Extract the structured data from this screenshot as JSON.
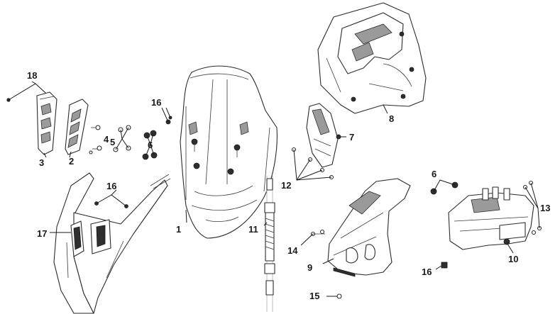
{
  "diagram": {
    "callouts": [
      {
        "id": "c1",
        "text": "1"
      },
      {
        "id": "c2",
        "text": "2"
      },
      {
        "id": "c3",
        "text": "3"
      },
      {
        "id": "c4",
        "text": "4"
      },
      {
        "id": "c5",
        "text": "5"
      },
      {
        "id": "c6a",
        "text": "6"
      },
      {
        "id": "c6b",
        "text": "6"
      },
      {
        "id": "c7",
        "text": "7"
      },
      {
        "id": "c8",
        "text": "8"
      },
      {
        "id": "c9",
        "text": "9"
      },
      {
        "id": "c10",
        "text": "10"
      },
      {
        "id": "c11",
        "text": "11"
      },
      {
        "id": "c12",
        "text": "12"
      },
      {
        "id": "c13",
        "text": "13"
      },
      {
        "id": "c14",
        "text": "14"
      },
      {
        "id": "c15",
        "text": "15"
      },
      {
        "id": "c16a",
        "text": "16"
      },
      {
        "id": "c16b",
        "text": "16"
      },
      {
        "id": "c16c",
        "text": "16"
      },
      {
        "id": "c17",
        "text": "17"
      },
      {
        "id": "c18",
        "text": "18"
      }
    ]
  }
}
